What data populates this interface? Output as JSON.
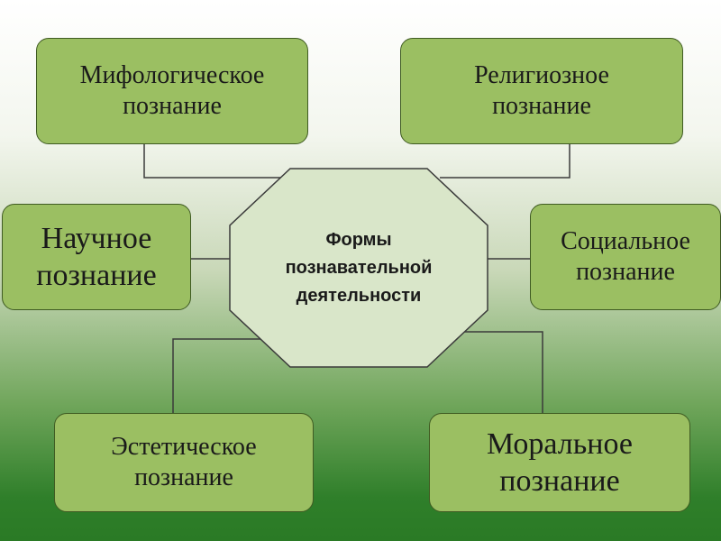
{
  "center": {
    "label": "Формы\nпознавательной\nдеятельности"
  },
  "nodes": {
    "mythological": "Мифологическое\nпознание",
    "religious": "Религиозное\nпознание",
    "scientific": "Научное\nпознание",
    "social": "Социальное\nпознание",
    "aesthetic": "Эстетическое\nпознание",
    "moral": "Моральное\nпознание"
  },
  "colors": {
    "node_fill": "#9bbf62",
    "node_border": "#3f5b22",
    "center_fill": "#d9e6c9",
    "connector": "#3b3b3b"
  }
}
